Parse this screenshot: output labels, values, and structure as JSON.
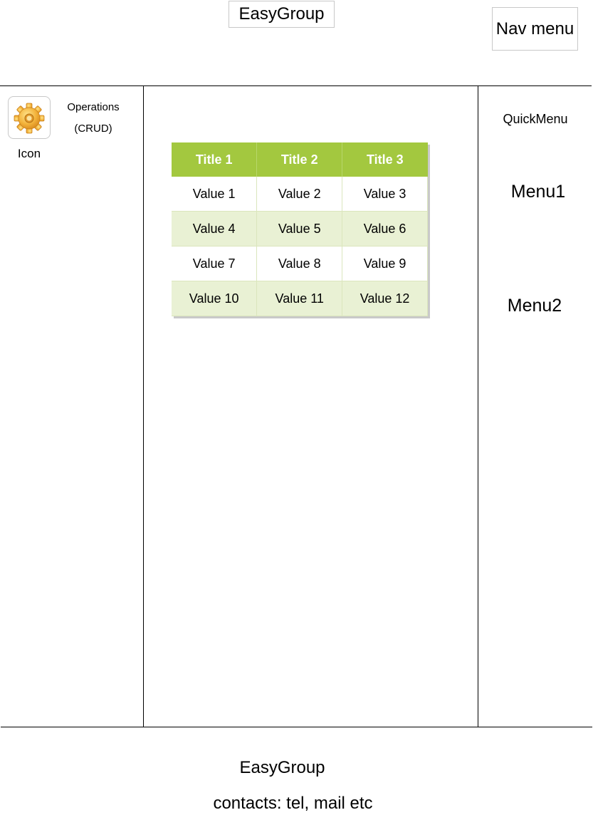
{
  "header": {
    "logo_text": "EasyGroup",
    "nav_menu_label": "Nav menu"
  },
  "sidebar": {
    "icon_name": "gear-icon",
    "icon_label": "Icon",
    "operations_label_line1": "Operations",
    "operations_label_line2": "(CRUD)"
  },
  "main": {
    "table": {
      "headers": [
        "Title 1",
        "Title 2",
        "Title 3"
      ],
      "rows": [
        [
          "Value 1",
          "Value 2",
          "Value 3"
        ],
        [
          "Value 4",
          "Value 5",
          "Value 6"
        ],
        [
          "Value 7",
          "Value 8",
          "Value 9"
        ],
        [
          "Value 10",
          "Value 11",
          "Value 12"
        ]
      ],
      "header_color": "#a3c83f",
      "alt_row_color": "#e9f1d4"
    }
  },
  "right_panel": {
    "quick_menu_label": "QuickMenu",
    "menu1_label": "Menu1",
    "menu2_label": "Menu2"
  },
  "footer": {
    "title": "EasyGroup",
    "contacts": "contacts: tel, mail etc"
  }
}
